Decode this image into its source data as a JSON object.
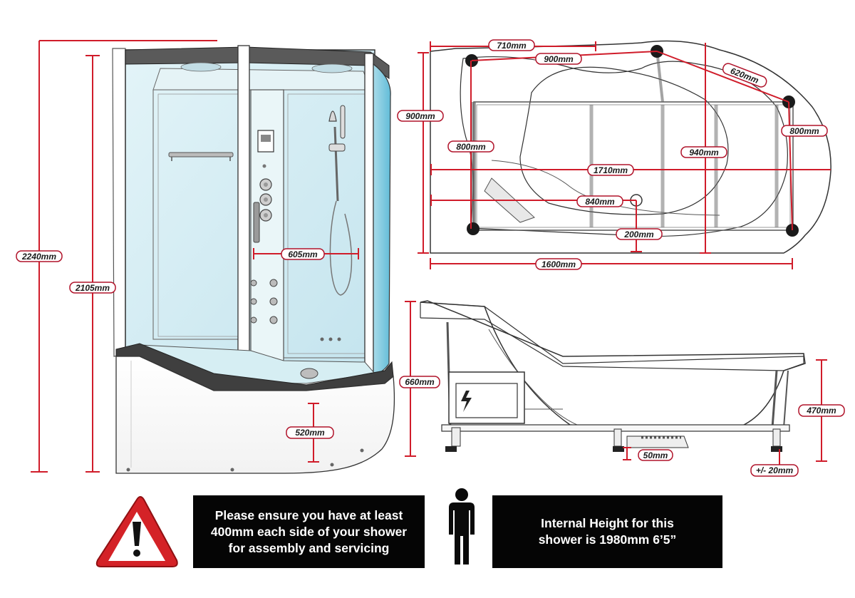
{
  "dimensions": {
    "overall_height": "2240mm",
    "cabin_height": "2105mm",
    "inner_width": "605mm",
    "tray_height": "520mm",
    "top_width": "710mm",
    "rim_width": "900mm",
    "curve_span": "620mm",
    "left_depth": "900mm",
    "inner_left_depth": "800mm",
    "right_depth": "800mm",
    "center_depth": "940mm",
    "overall_length": "1710mm",
    "drain_offset": "840mm",
    "drain_depth": "200mm",
    "base_length": "1600mm",
    "side_height": "660mm",
    "foot_height": "470mm",
    "drain_height": "50mm",
    "foot_adjust": "+/- 20mm"
  },
  "notices": {
    "clearance": "Please ensure you have at least 400mm each side of your shower for assembly and servicing",
    "internal_height": "Internal Height for this shower is 1980mm 6’5”"
  },
  "icons": [
    "warning-triangle-icon",
    "person-silhouette-icon",
    "electrical-box-icon"
  ],
  "colors": {
    "dimension_line": "#d01c2a",
    "label_border": "#b0132a",
    "notice_background": "#050505",
    "glass": "#d3ecf3"
  }
}
